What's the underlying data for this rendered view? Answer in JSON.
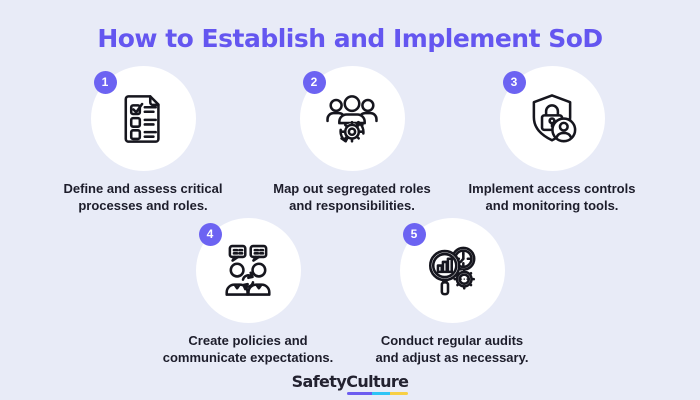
{
  "background": "#E8EBF7",
  "title": {
    "text": "How to Establish and Implement SoD",
    "color": "#6456F0"
  },
  "badge_color": "#6C63F2",
  "text_color": "#1D1D2B",
  "steps": [
    {
      "number": "1",
      "label": "Define and assess critical\nprocesses and roles.",
      "icon": "checklist-icon"
    },
    {
      "number": "2",
      "label": "Map out segregated roles\nand responsibilities.",
      "icon": "team-gear-icon"
    },
    {
      "number": "3",
      "label": "Implement access controls\nand monitoring tools.",
      "icon": "shield-lock-user-icon"
    },
    {
      "number": "4",
      "label": "Create policies and\ncommunicate expectations.",
      "icon": "people-communication-icon"
    },
    {
      "number": "5",
      "label": "Conduct regular audits\nand adjust as necessary.",
      "icon": "audit-magnifier-icon"
    }
  ],
  "footer": {
    "brand_part1": "Safety",
    "brand_part2": "Culture",
    "underline_colors": {
      "purple": "#6C5CF0",
      "cyan": "#2EC4F5",
      "yellow": "#F7CF45"
    }
  }
}
